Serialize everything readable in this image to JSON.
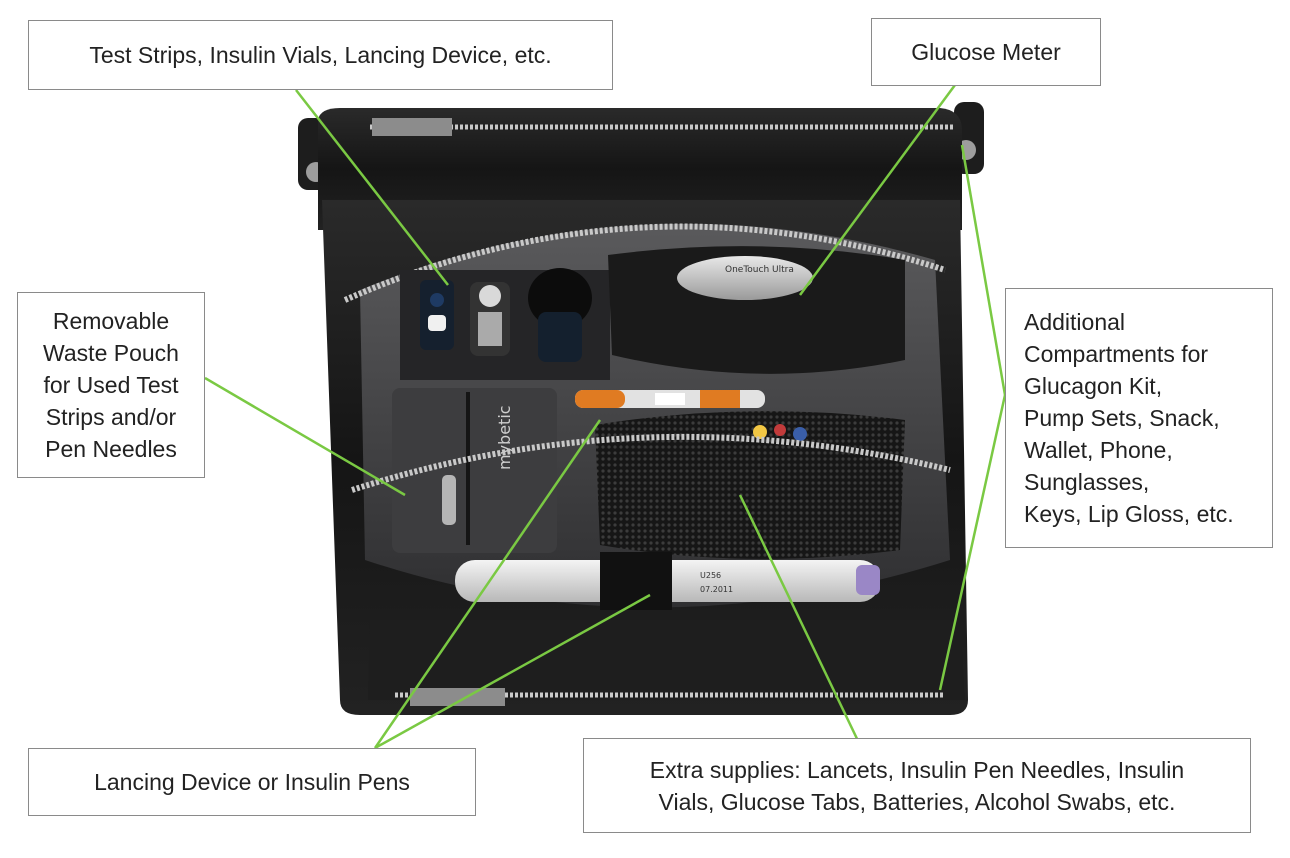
{
  "callouts": {
    "test_strips": "Test Strips, Insulin Vials, Lancing Device, etc.",
    "glucose_meter": "Glucose Meter",
    "waste_pouch": "Removable\nWaste Pouch\nfor Used Test\nStrips and/or\nPen Needles",
    "additional": "Additional\nCompartments for\nGlucagon Kit,\nPump Sets, Snack,\nWallet, Phone,\nSunglasses,\nKeys, Lip Gloss, etc.",
    "lancing": "Lancing Device or Insulin Pens",
    "extra": "Extra supplies: Lancets, Insulin Pen Needles, Insulin\nVials, Glucose Tabs, Batteries, Alcohol Swabs, etc."
  },
  "bag": {
    "brand_tag": "mybetic",
    "meter_label": "OneTouch Ultra",
    "pen_label": "U256",
    "pen_date": "07.2011"
  },
  "colors": {
    "leader_line": "#7ac943",
    "bag_leather": "#1b1b1b",
    "lining": "#3a3a3c",
    "zipper": "#c9c9c9",
    "box_border": "#8a8a8a"
  }
}
